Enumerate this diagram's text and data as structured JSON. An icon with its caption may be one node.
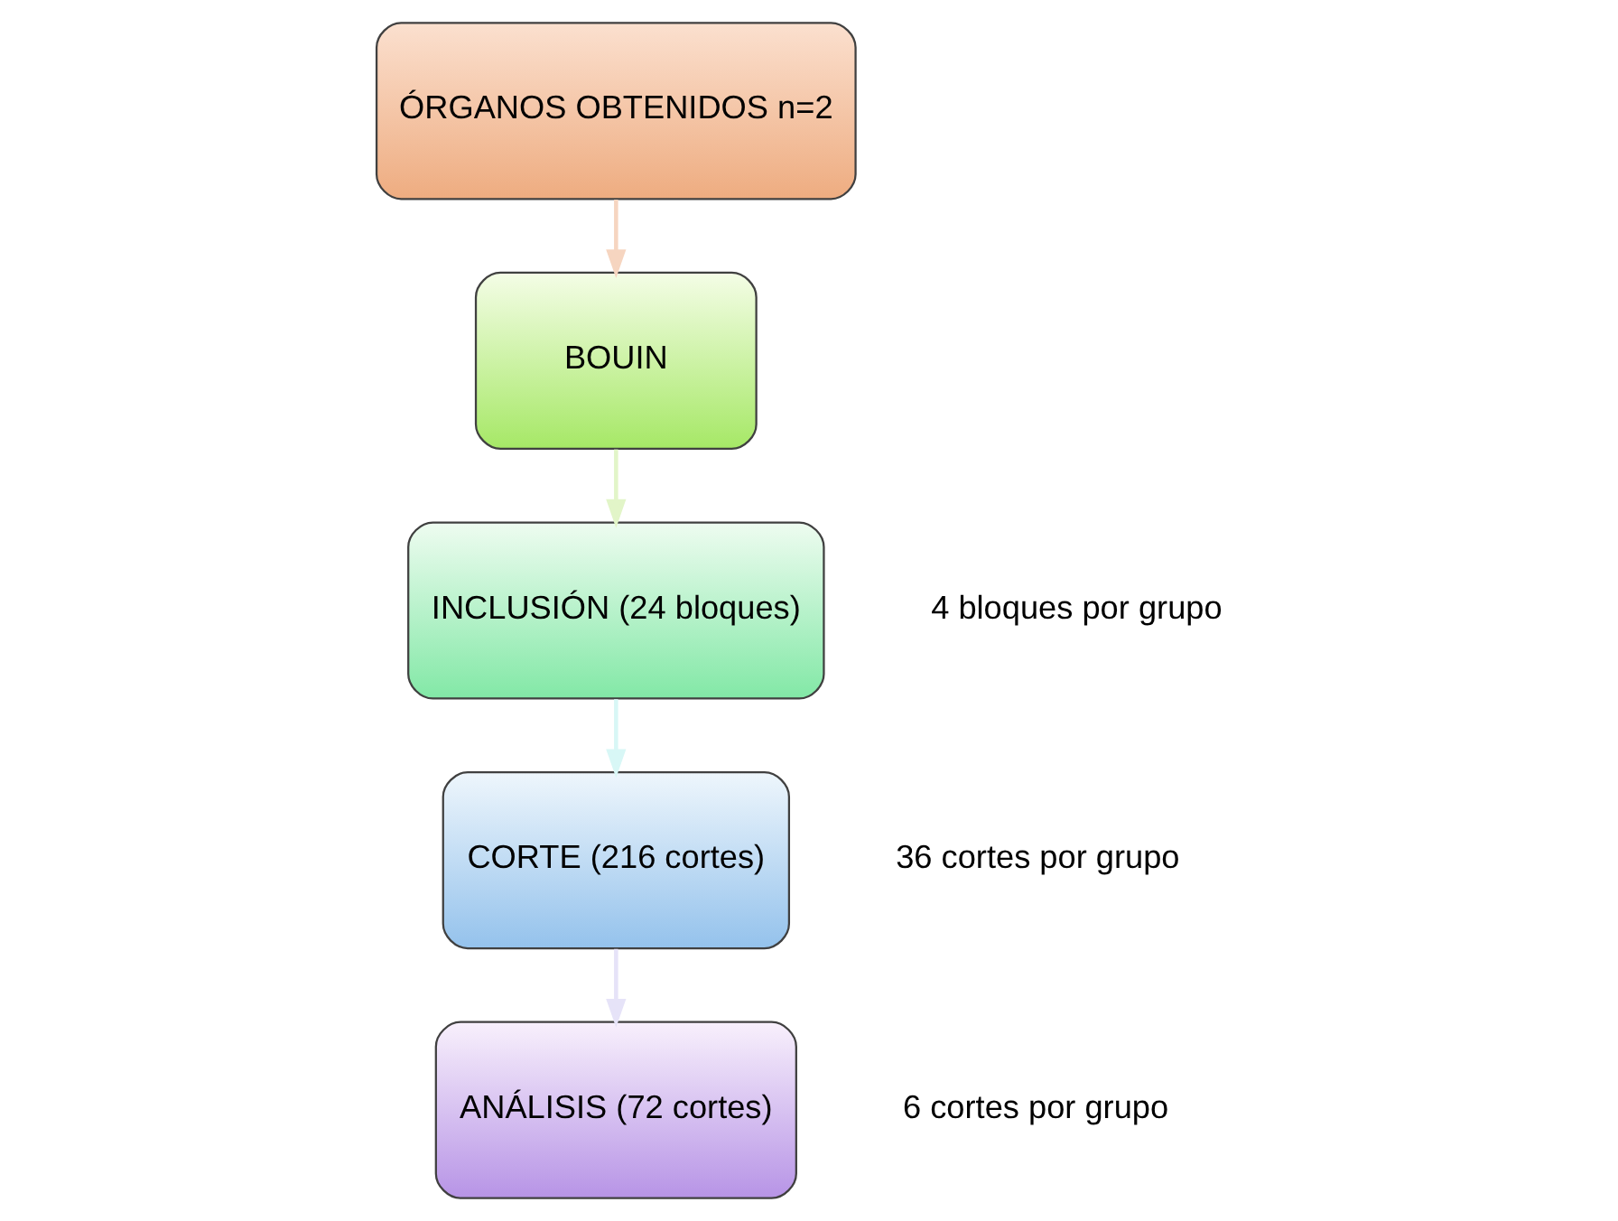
{
  "diagram": {
    "nodes": [
      {
        "text": [
          "ÓRGANOS OBTENIDOS n=2"
        ]
      },
      {
        "text": [
          "BOUIN"
        ]
      },
      {
        "text": [
          "INCLUSIÓN (24 bloques)"
        ],
        "beside": [
          "4 bloques por grupo"
        ]
      },
      {
        "text": [
          "CORTE (216 cortes)"
        ],
        "beside": [
          "36 cortes por grupo"
        ]
      },
      {
        "text": [
          "ANÁLISIS (72 cortes)"
        ],
        "beside": [
          "6 cortes por grupo"
        ]
      }
    ],
    "edges": [
      {
        "from": 0,
        "to": 1,
        "arrow": "to",
        "color": "#f6d5c0"
      },
      {
        "from": 1,
        "to": 2,
        "arrow": "to",
        "color": "#e2f5c8"
      },
      {
        "from": 2,
        "to": 3,
        "arrow": "to",
        "color": "#d8f7f6"
      },
      {
        "from": 3,
        "to": 4,
        "arrow": "to",
        "color": "#e6e3f8"
      }
    ]
  }
}
